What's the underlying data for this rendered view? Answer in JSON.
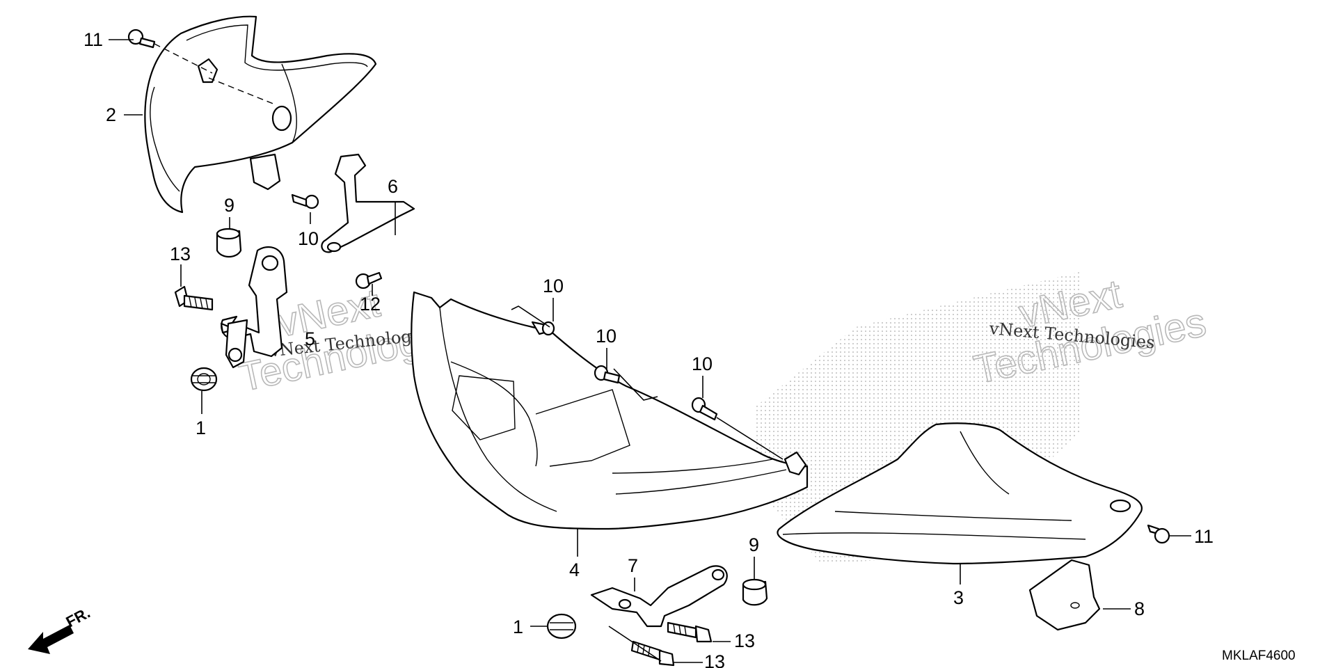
{
  "diagram": {
    "callouts": {
      "c1a": "1",
      "c1b": "1",
      "c2": "2",
      "c3": "3",
      "c4": "4",
      "c5": "5",
      "c6": "6",
      "c7": "7",
      "c8": "8",
      "c9a": "9",
      "c9b": "9",
      "c10a": "10",
      "c10b": "10",
      "c10c": "10",
      "c10d": "10",
      "c11a": "11",
      "c11b": "11",
      "c12": "12",
      "c13a": "13",
      "c13b": "13",
      "c13c": "13"
    },
    "watermark": {
      "line1": "vNext",
      "line2": "Technologies",
      "small": "vNext Technologies"
    },
    "code": "MKLAF4600",
    "front_marker": "FR."
  }
}
